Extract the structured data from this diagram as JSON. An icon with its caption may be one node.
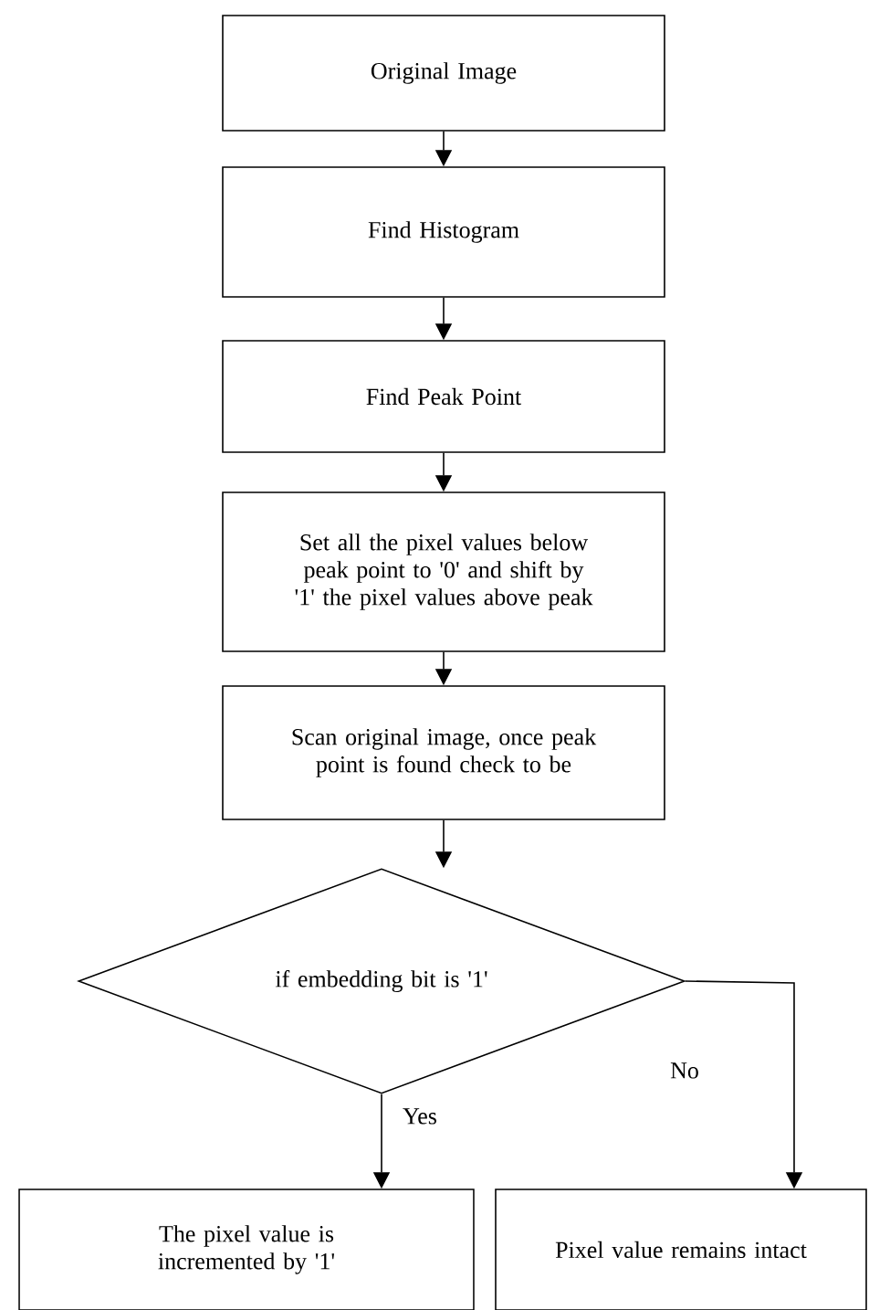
{
  "diagram": {
    "nodes": [
      {
        "text": [
          "Original Image"
        ]
      },
      {
        "text": [
          "Find Histogram"
        ]
      },
      {
        "text": [
          "Find Peak Point"
        ]
      },
      {
        "text": [
          "Set all the pixel values below peak point to '0' and shift by '1' the pixel values above peak"
        ]
      },
      {
        "text": [
          "Scan  original image, once peak point is found check to be"
        ]
      },
      {
        "text": [
          "if embedding bit is '1'"
        ]
      },
      {
        "text": [
          "The pixel value is incremented by '1'"
        ]
      },
      {
        "text": [
          "Pixel value remains intact"
        ]
      }
    ],
    "edges": [
      {
        "from": 0,
        "to": 1,
        "arrow": "to"
      },
      {
        "from": 1,
        "to": 2,
        "arrow": "to"
      },
      {
        "from": 2,
        "to": 3,
        "arrow": "to"
      },
      {
        "from": 3,
        "to": 4,
        "arrow": "to"
      },
      {
        "from": 4,
        "to": 5,
        "arrow": "to"
      },
      {
        "from": 5,
        "to": 6,
        "arrow": "to",
        "label": "Yes"
      },
      {
        "from": 5,
        "to": 7,
        "arrow": "to",
        "label": "No"
      }
    ]
  }
}
